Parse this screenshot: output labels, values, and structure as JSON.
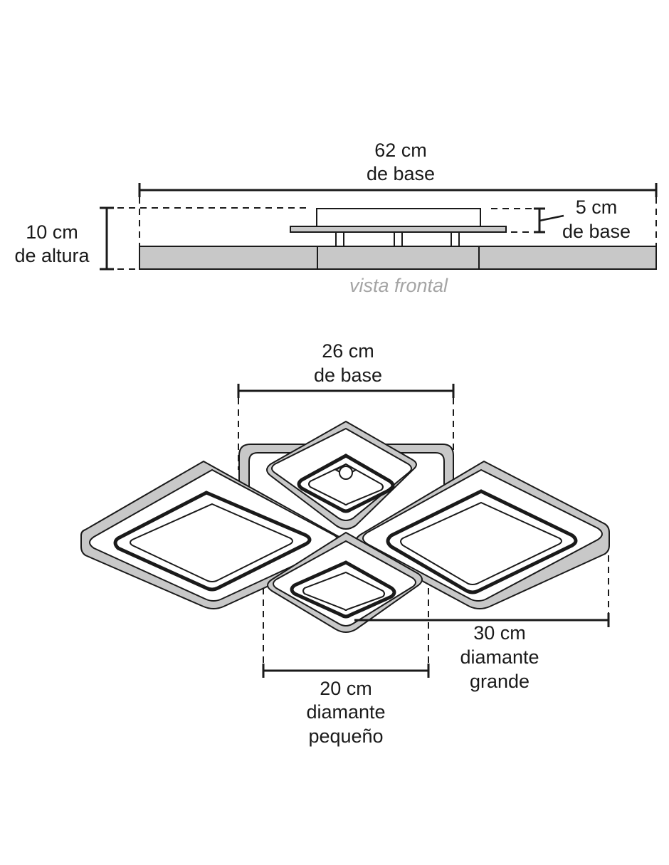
{
  "front_view": {
    "width_value": "62 cm",
    "width_desc": "de base",
    "height_value": "10 cm",
    "height_desc": "de altura",
    "base_value": "5 cm",
    "base_desc": "de base",
    "caption": "vista frontal"
  },
  "top_view": {
    "base_value": "26 cm",
    "base_desc": "de base",
    "large_value": "30 cm",
    "large_line1": "diamante",
    "large_line2": "grande",
    "small_value": "20 cm",
    "small_line1": "diamante",
    "small_line2": "pequeño"
  },
  "colors": {
    "line": "#1a1a1a",
    "panel_fill": "#c8c8c8",
    "caption": "#a5a5a5"
  }
}
